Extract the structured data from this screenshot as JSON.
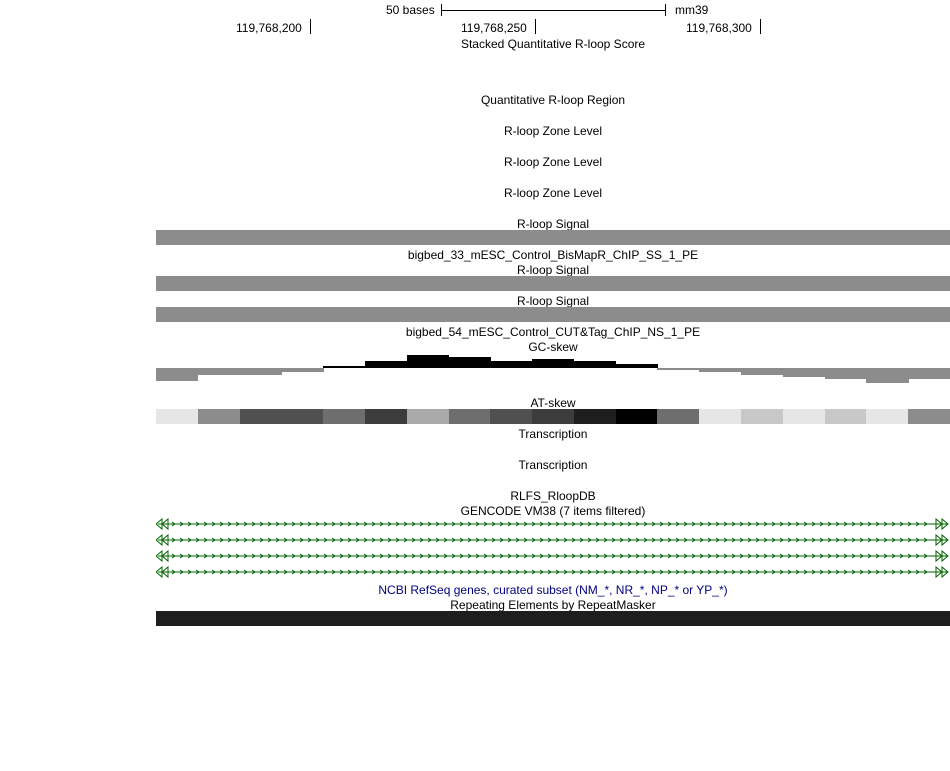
{
  "ruler": {
    "scale_label": "50 bases",
    "assembly": "mm39",
    "positions": [
      "119,768,200",
      "119,768,250",
      "119,768,300"
    ]
  },
  "tracks": {
    "stacked_qrlfs": "Stacked Quantitative R-loop Score",
    "qrlfs_region": "Quantitative R-loop Region",
    "zone_level_1": "R-loop Zone Level",
    "zone_level_2": "R-loop Zone Level",
    "zone_level_3": "R-loop Zone Level",
    "signal_1": "R-loop Signal",
    "bigbed_33": "bigbed_33_mESC_Control_BisMapR_ChIP_SS_1_PE",
    "signal_2": "R-loop Signal",
    "signal_3": "R-loop Signal",
    "bigbed_54": "bigbed_54_mESC_Control_CUT&Tag_ChIP_NS_1_PE",
    "gc_skew": "GC-skew",
    "at_skew": "AT-skew",
    "transcription_1": "Transcription",
    "transcription_2": "Transcription",
    "rlfs": "RLFS_RloopDB",
    "gencode": "GENCODE VM38 (7 items filtered)",
    "refseq": "NCBI RefSeq genes, curated subset (NM_*, NR_*, NP_* or YP_*)",
    "repeatmasker": "Repeating Elements by RepeatMasker"
  },
  "colors": {
    "signal_gray": "#8c8c8c",
    "repeat_dark": "#1e1e1e",
    "gene_green": "#006400",
    "refseq_blue": "#000080"
  },
  "gc_skew_levels": [
    -0.6,
    -0.3,
    -0.3,
    -0.2,
    0.1,
    0.3,
    0.6,
    0.5,
    0.3,
    0.4,
    0.3,
    0.2,
    -0.1,
    -0.2,
    -0.3,
    -0.4,
    -0.5,
    -0.7,
    -0.5
  ],
  "at_skew_shades": [
    "#e6e6e6",
    "#8c8c8c",
    "#505050",
    "#505050",
    "#6e6e6e",
    "#3c3c3c",
    "#aaaaaa",
    "#6e6e6e",
    "#505050",
    "#3c3c3c",
    "#1e1e1e",
    "#000000",
    "#6e6e6e",
    "#e6e6e6",
    "#c8c8c8",
    "#e6e6e6",
    "#c8c8c8",
    "#e6e6e6",
    "#8c8c8c"
  ],
  "gene_rows": 4
}
